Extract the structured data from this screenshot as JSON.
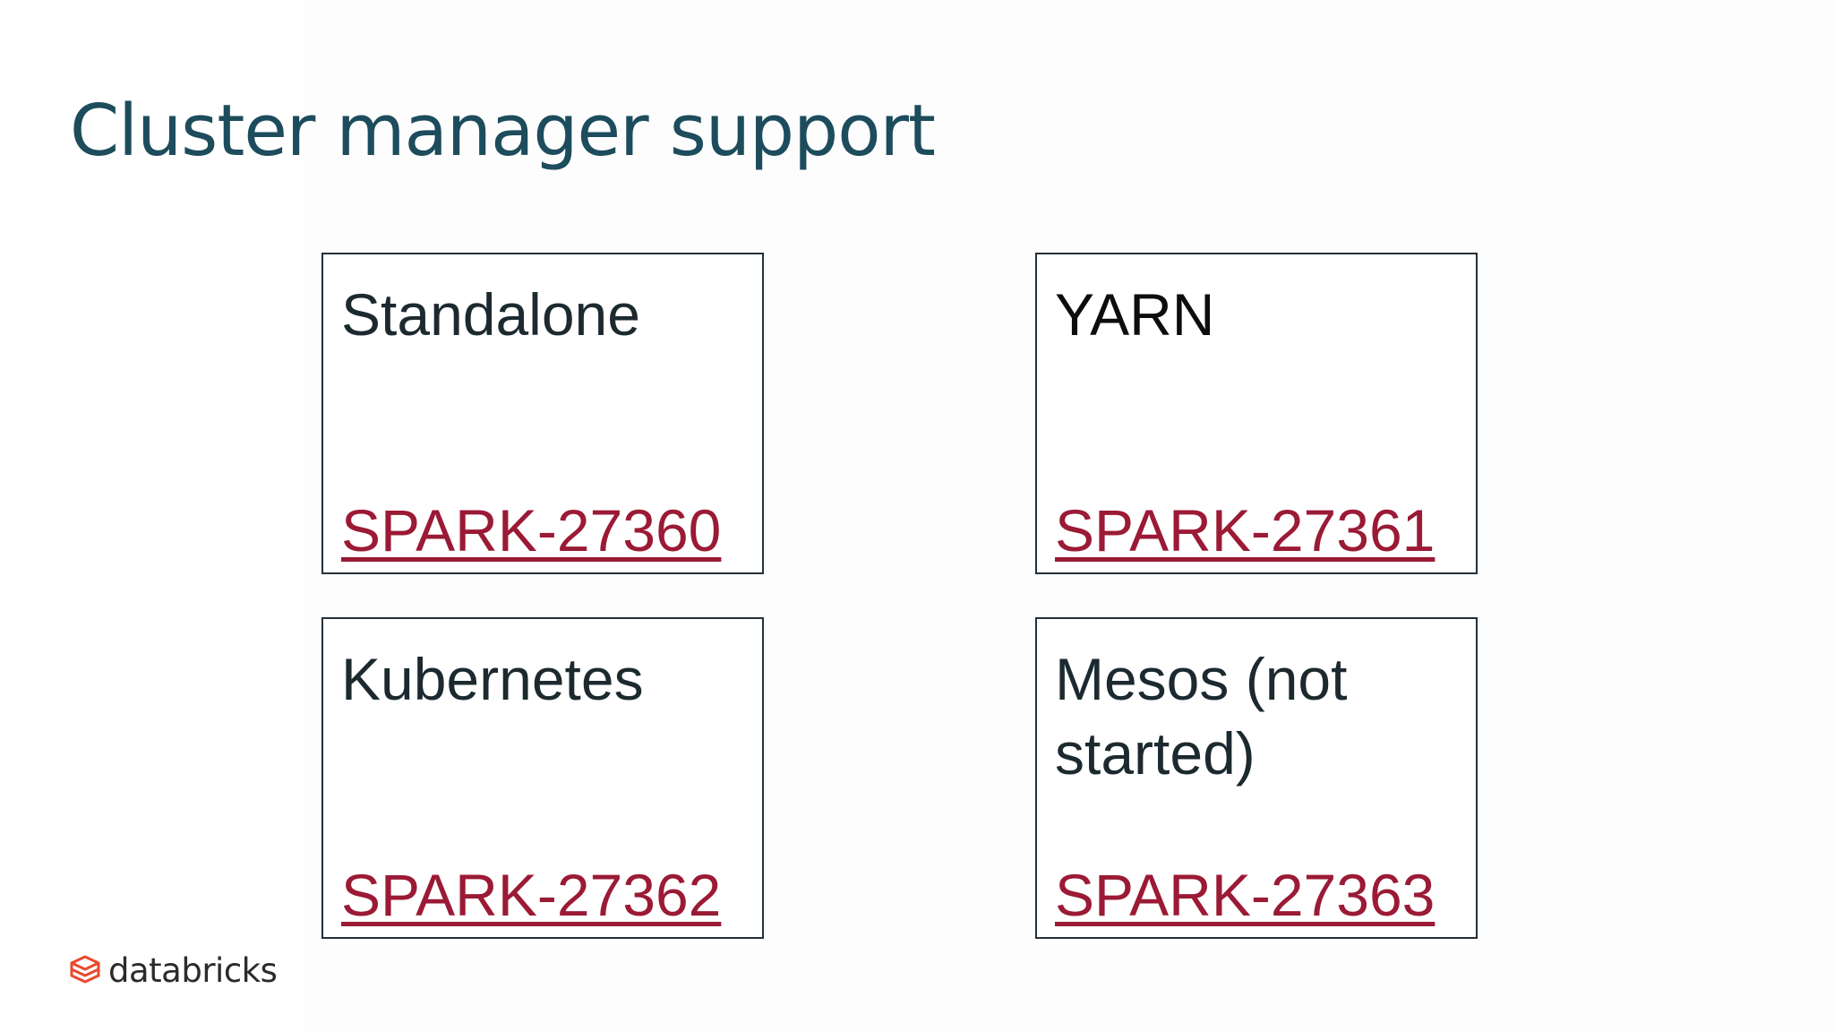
{
  "slide": {
    "title": "Cluster manager support"
  },
  "cards": [
    {
      "name": "Standalone",
      "link": "SPARK-27360"
    },
    {
      "name": "YARN",
      "link": "SPARK-27361"
    },
    {
      "name": "Kubernetes",
      "link": "SPARK-27362"
    },
    {
      "name": "Mesos (not started)",
      "link": "SPARK-27363"
    }
  ],
  "footer": {
    "logo_text": "databricks",
    "logo_icon": "databricks-stack-icon"
  },
  "colors": {
    "title": "#1d4c5c",
    "link": "#9b1a35",
    "border": "#23303a",
    "logo_icon": "#e8492f"
  }
}
